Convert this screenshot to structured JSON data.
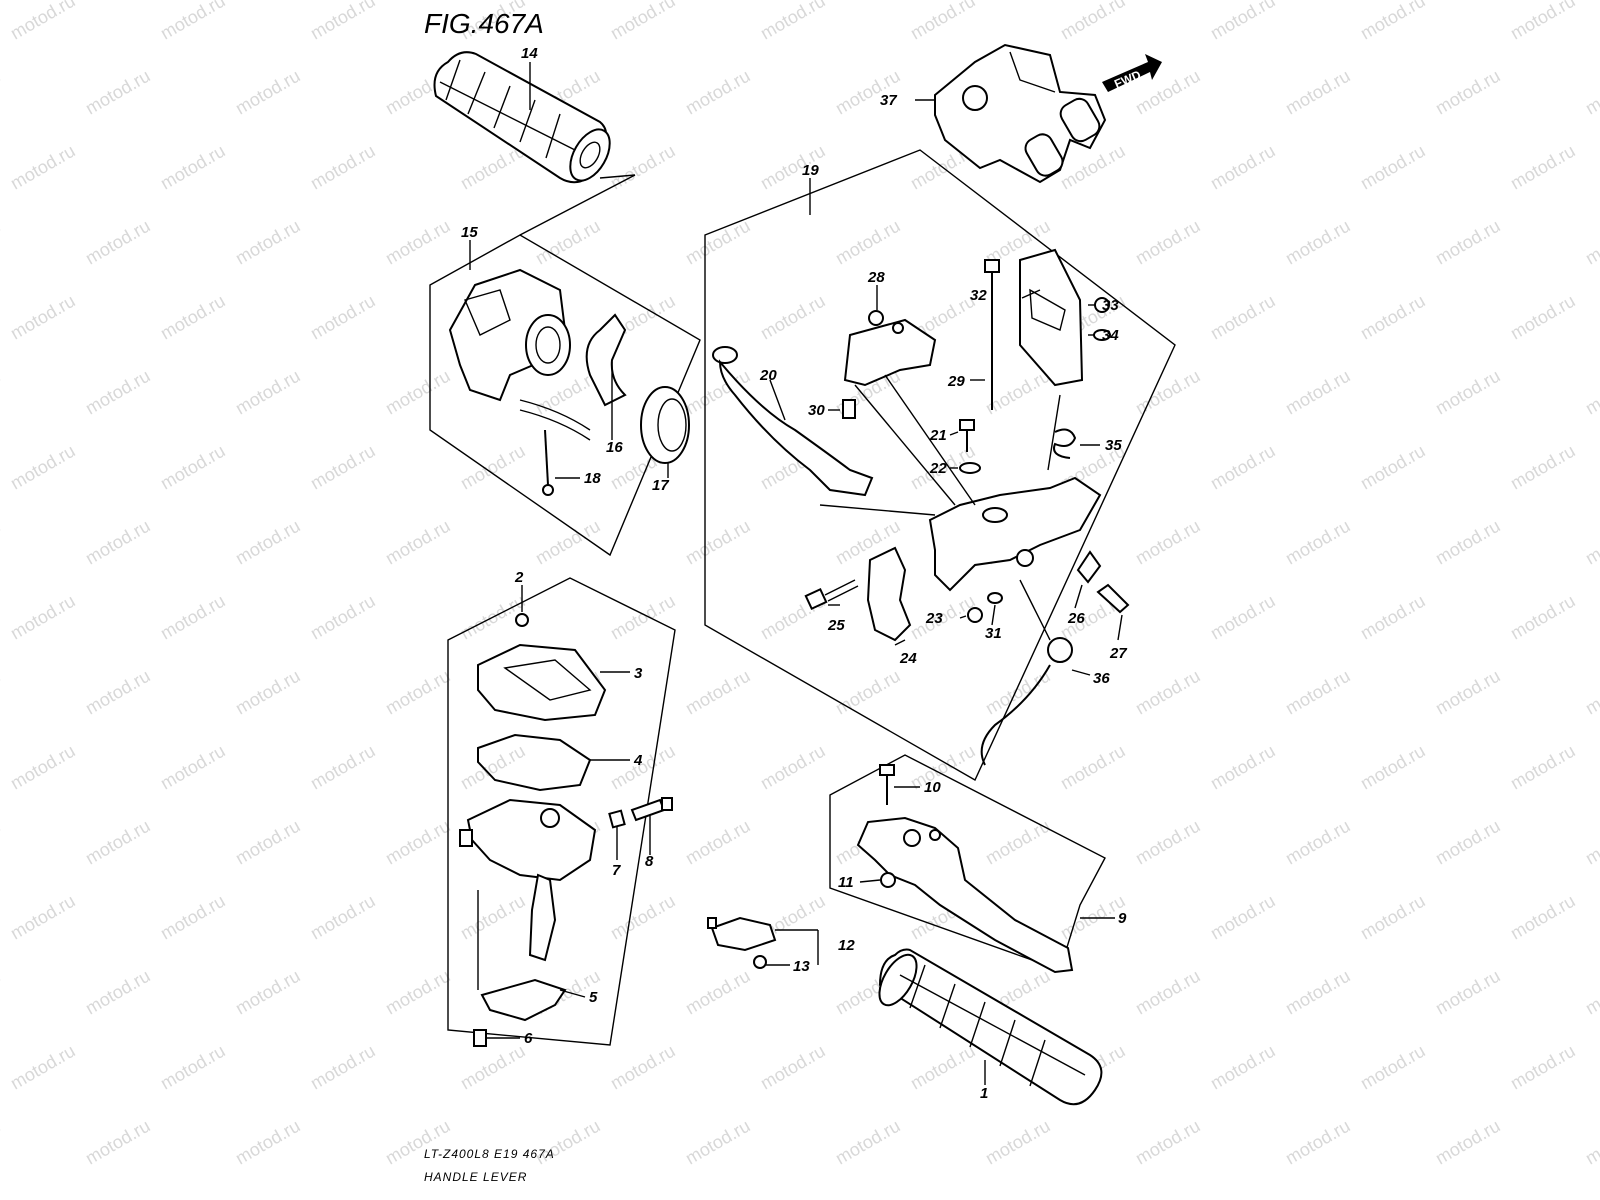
{
  "figure_title": "FIG.467A",
  "footer": {
    "model_line": "LT-Z400L8  E19  467A",
    "caption": "HANDLE LEVER"
  },
  "watermark": "motod.ru",
  "fwd_label": "FWD",
  "part_numbers": [
    "1",
    "2",
    "3",
    "4",
    "5",
    "6",
    "7",
    "8",
    "9",
    "10",
    "11",
    "12",
    "13",
    "14",
    "15",
    "16",
    "17",
    "18",
    "19",
    "20",
    "21",
    "22",
    "23",
    "24",
    "25",
    "26",
    "27",
    "28",
    "29",
    "30",
    "31",
    "32",
    "33",
    "34",
    "35",
    "36",
    "37"
  ]
}
